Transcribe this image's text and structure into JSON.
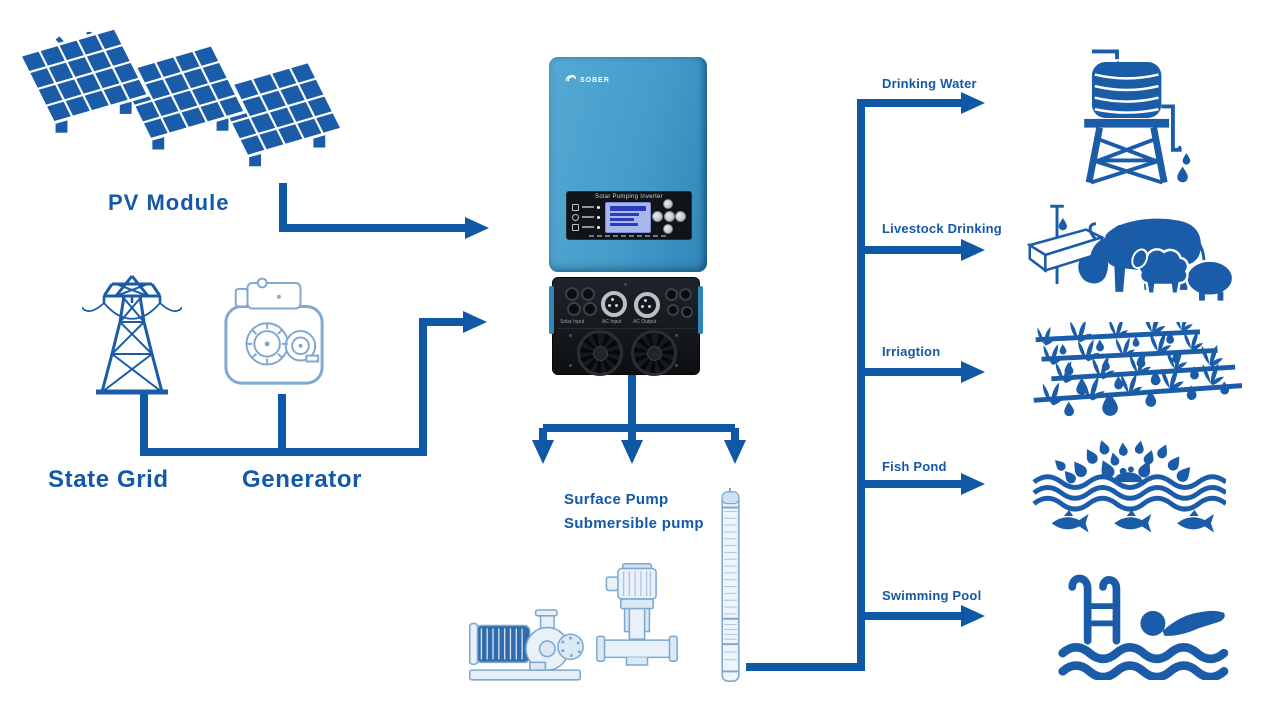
{
  "colors": {
    "line": "#0F58A6",
    "icon": "#1A5CA8",
    "text": "#1458A8",
    "sketch": "#7FA8D0",
    "body1": "#55AAD4",
    "body2": "#2F86B8",
    "lcd": "#AAB6EE",
    "panel": "#101318"
  },
  "sources": {
    "pv": {
      "label": "PV Module",
      "icon": "solar-panels-with-sun"
    },
    "grid": {
      "label": "State Grid",
      "icon": "transmission-tower"
    },
    "generator": {
      "label": "Generator",
      "icon": "engine-generator"
    }
  },
  "inverter": {
    "brand": "SOBER",
    "panel_title": "Solar Pumping Inverter",
    "ports": [
      "Solar Input",
      "AC Input",
      "AC Output"
    ]
  },
  "pumps": {
    "surface": "Surface Pump",
    "submersible": "Submersible pump"
  },
  "applications": [
    {
      "label": "Drinking Water",
      "icon": "water-tower"
    },
    {
      "label": "Livestock Drinking",
      "icon": "livestock"
    },
    {
      "label": "Irriagtion",
      "icon": "drip-irrigation"
    },
    {
      "label": "Fish Pond",
      "icon": "fish-pond"
    },
    {
      "label": "Swimming Pool",
      "icon": "swimming-pool"
    }
  ]
}
